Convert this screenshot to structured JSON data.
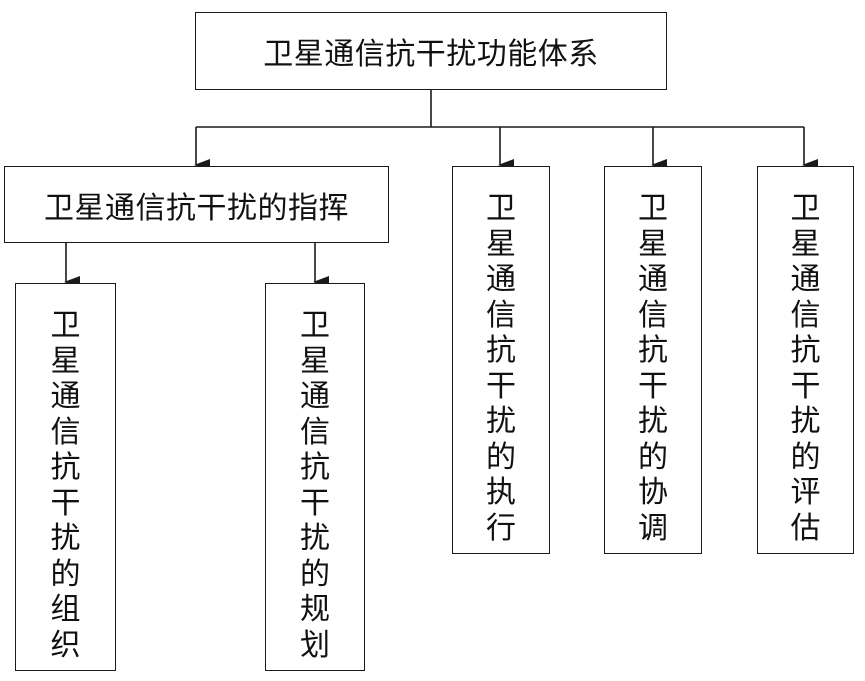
{
  "diagram": {
    "root": {
      "label": "卫星通信抗干扰功能体系"
    },
    "command": {
      "label": "卫星通信抗干扰的指挥"
    },
    "organize": {
      "label": "卫星通信抗干扰的组织"
    },
    "plan": {
      "label": "卫星通信抗干扰的规划"
    },
    "execute": {
      "label": "卫星通信抗干扰的执行"
    },
    "coordinate": {
      "label": "卫星通信抗干扰的协调"
    },
    "evaluate": {
      "label": "卫星通信抗干扰的评估"
    },
    "edges": [
      {
        "from": "root",
        "to": "command"
      },
      {
        "from": "root",
        "to": "execute"
      },
      {
        "from": "root",
        "to": "coordinate"
      },
      {
        "from": "root",
        "to": "evaluate"
      },
      {
        "from": "command",
        "to": "organize"
      },
      {
        "from": "command",
        "to": "plan"
      }
    ]
  }
}
